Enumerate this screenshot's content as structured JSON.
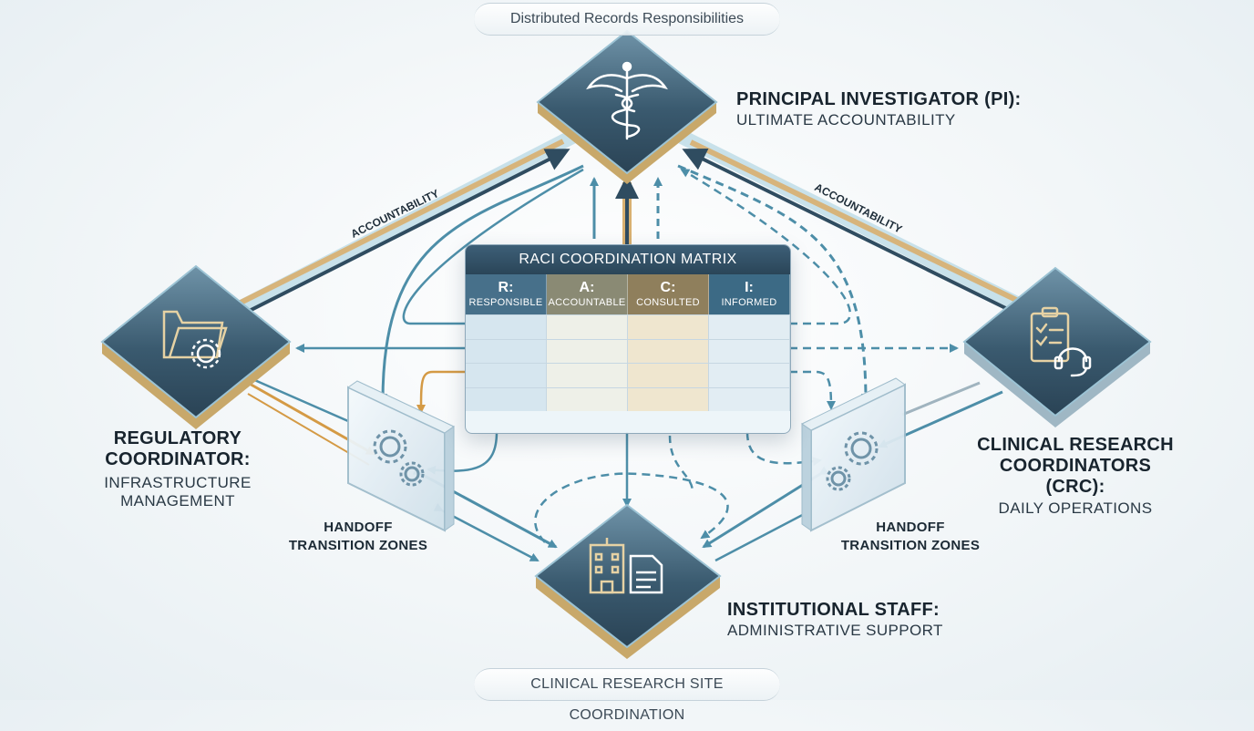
{
  "header": {
    "title": "Distributed Records Responsibilities"
  },
  "footer": {
    "title": "CLINICAL RESEARCH SITE COORDINATION"
  },
  "roles": {
    "pi": {
      "title": "PRINCIPAL INVESTIGATOR (PI):",
      "subtitle": "ULTIMATE ACCOUNTABILITY",
      "icon": "caduceus-icon"
    },
    "regulatory": {
      "title_line1": "REGULATORY",
      "title_line2": "COORDINATOR:",
      "subtitle_line1": "INFRASTRUCTURE",
      "subtitle_line2": "MANAGEMENT",
      "icon": "folder-gear-icon"
    },
    "crc": {
      "title_line1": "CLINICAL RESEARCH",
      "title_line2": "COORDINATORS (CRC):",
      "subtitle": "DAILY OPERATIONS",
      "icon": "clipboard-headset-icon"
    },
    "staff": {
      "title": "INSTITUTIONAL STAFF:",
      "subtitle": "ADMINISTRATIVE SUPPORT",
      "icon": "building-document-icon"
    }
  },
  "zones": {
    "left": {
      "line1": "HANDOFF",
      "line2": "TRANSITION ZONES"
    },
    "right": {
      "line1": "HANDOFF",
      "line2": "TRANSITION ZONES"
    }
  },
  "arrows": {
    "left_label": "ACCOUNTABILITY",
    "right_label": "ACCOUNTABILITY"
  },
  "matrix": {
    "title": "RACI COORDINATION MATRIX",
    "columns": [
      {
        "letter": "R:",
        "name": "RESPONSIBLE",
        "color": "#47708a"
      },
      {
        "letter": "A:",
        "name": "ACCOUNTABLE",
        "color": "#8a8a74"
      },
      {
        "letter": "C:",
        "name": "CONSULTED",
        "color": "#8f7f5c"
      },
      {
        "letter": "I:",
        "name": "INFORMED",
        "color": "#3c6a85"
      }
    ],
    "row_count": 4,
    "cell_tints": [
      "#d6e6ef",
      "#eef0e8",
      "#efe6cf",
      "#e2edf3"
    ]
  },
  "colors": {
    "node_dark": "#2f4c60",
    "node_light": "#5f8499",
    "teal_arrow": "#4d8ea8",
    "gold_arrow": "#d49a45",
    "gold_accent": "#c8a86a"
  }
}
